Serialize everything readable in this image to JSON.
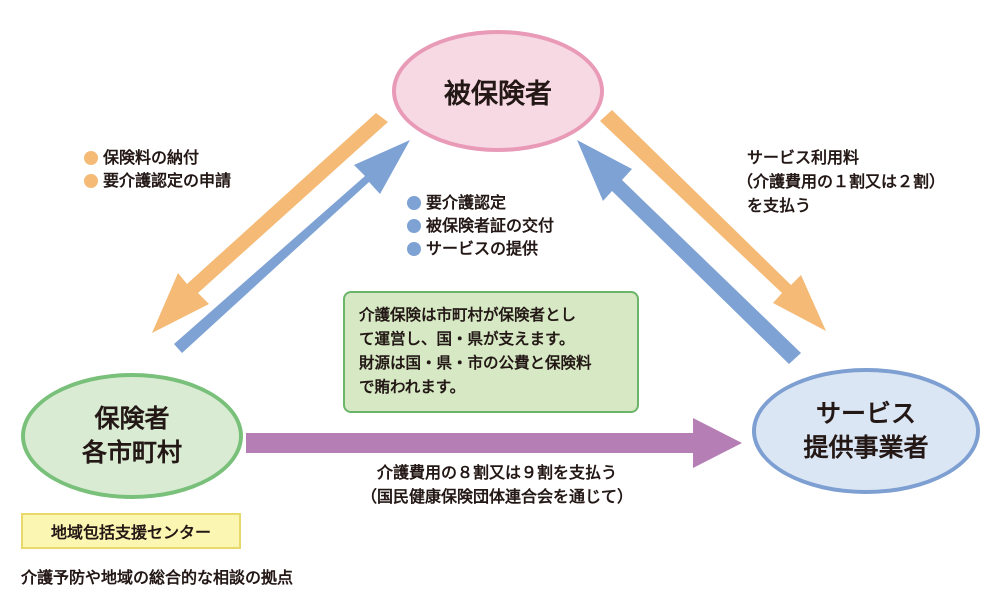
{
  "nodes": {
    "insured": "被保険者",
    "municipality": [
      "保険者",
      "各市町村"
    ],
    "provider": [
      "サービス",
      "提供事業者"
    ]
  },
  "insured_to_municipality": [
    "保険料の納付",
    "要介護認定の申請"
  ],
  "municipality_to_insured": [
    "要介護認定",
    "被保険者証の交付",
    "サービスの提供"
  ],
  "insured_to_provider": [
    "サービス利用料",
    "（介護費用の１割又は２割）",
    "を支払う"
  ],
  "municipality_to_provider": [
    "介護費用の８割又は９割を支払う",
    "（国民健康保険団体連合会を通じて）"
  ],
  "info_box": [
    "介護保険は市町村が保険者とし",
    "て運営し、国・県が支えます。",
    "財源は国・県・市の公費と保険料",
    "で賄われます。"
  ],
  "support_center": {
    "label": "地域包括支援センター",
    "caption": "介護予防や地域の総合的な相談の拠点"
  },
  "colors": {
    "orange_arrow": "#f4ba76",
    "blue_arrow": "#7ea2d4",
    "purple_arrow": "#b57fb5",
    "insured_fill": "#f7d9e3",
    "municipality_fill": "#d9ecd3",
    "provider_fill": "#dbe6f4"
  }
}
